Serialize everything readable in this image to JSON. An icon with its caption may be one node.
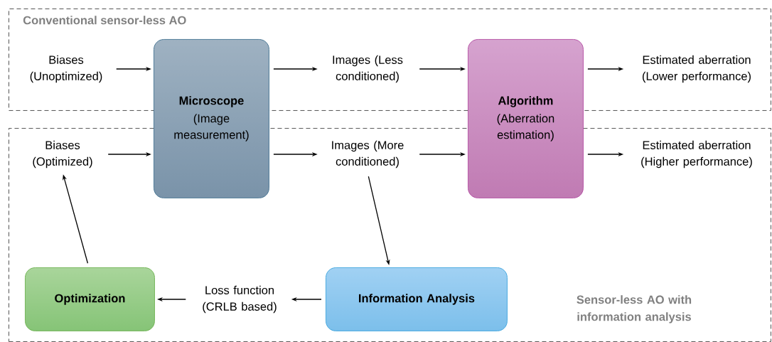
{
  "diagram": {
    "nodes": [
      {
        "text": [
          "Conventional sensor-less AO"
        ]
      },
      {
        "text": [
          "Sensor-less AO with information analysis"
        ]
      },
      {
        "text": [
          "Biases (Unoptimized)"
        ],
        "in": 0
      },
      {
        "text": [
          "Microscope",
          "(Image measurement)"
        ]
      },
      {
        "text": [
          "Images (Less conditioned)"
        ],
        "in": 0
      },
      {
        "text": [
          "Algorithm",
          "(Aberration estimation)"
        ]
      },
      {
        "text": [
          "Estimated aberration (Lower performance)"
        ],
        "in": 0
      },
      {
        "text": [
          "Biases (Optimized)"
        ],
        "in": 1
      },
      {
        "text": [
          "Images (More conditioned)"
        ],
        "in": 1
      },
      {
        "text": [
          "Estimated aberration (Higher performance)"
        ],
        "in": 1
      },
      {
        "text": [
          "Optimization"
        ],
        "in": 1
      },
      {
        "text": [
          "Information Analysis"
        ],
        "in": 1
      },
      {
        "text": [
          "Loss function (CRLB based)"
        ],
        "in": 1
      }
    ],
    "edges": [
      {
        "from": 2,
        "to": 3,
        "arrow": "to"
      },
      {
        "from": 3,
        "to": 4,
        "arrow": "to"
      },
      {
        "from": 4,
        "to": 5,
        "arrow": "to"
      },
      {
        "from": 5,
        "to": 6,
        "arrow": "to"
      },
      {
        "from": 7,
        "to": 3,
        "arrow": "to"
      },
      {
        "from": 3,
        "to": 8,
        "arrow": "to"
      },
      {
        "from": 8,
        "to": 5,
        "arrow": "to"
      },
      {
        "from": 5,
        "to": 9,
        "arrow": "to"
      },
      {
        "from": 8,
        "to": 11,
        "arrow": "to"
      },
      {
        "from": 11,
        "to": 12,
        "arrow": "to"
      },
      {
        "from": 12,
        "to": 10,
        "arrow": "to"
      },
      {
        "from": 10,
        "to": 7,
        "arrow": "to"
      }
    ]
  }
}
